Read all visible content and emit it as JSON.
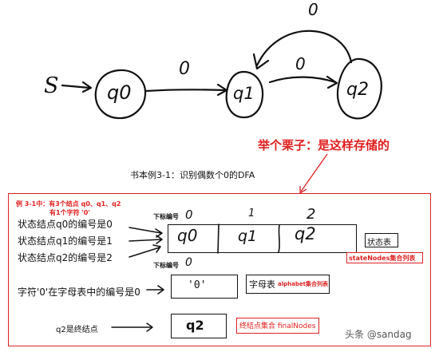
{
  "dfa": {
    "start_label": "S",
    "states": [
      "q0",
      "q1",
      "q2"
    ],
    "edge_q0_q1": "0",
    "edge_q1_q2": "0",
    "edge_q2_q1": "0"
  },
  "callout": "举个栗子：是这样存储的",
  "subtitle": "书本例3-1：识别偶数个0的DFA",
  "example_note_line1": "例 3-1中：有3个结点 q0、q1、q2",
  "example_note_line2": "有1个字符 '0'",
  "rows": {
    "q0": "状态结点q0的编号是0",
    "q1": "状态结点q1的编号是1",
    "q2": "状态结点q2的编号是2",
    "char": "字符'0'在字母表中的编号是0",
    "final": "q2是终结点"
  },
  "index_label": "下标编号",
  "state_indices": [
    "0",
    "1",
    "2"
  ],
  "state_cells": [
    "q0",
    "q1",
    "q2"
  ],
  "state_table_label": "状态表",
  "state_nodes_label": "stateNodes集合列表",
  "alphabet_index": "0",
  "alphabet_cell": "'0'",
  "alphabet_label_a": "字母表",
  "alphabet_label_b": "alphabet集合列表",
  "final_cell": "q2",
  "final_label": "终结点集合 finalNodes",
  "watermark": "头条 @sandag"
}
